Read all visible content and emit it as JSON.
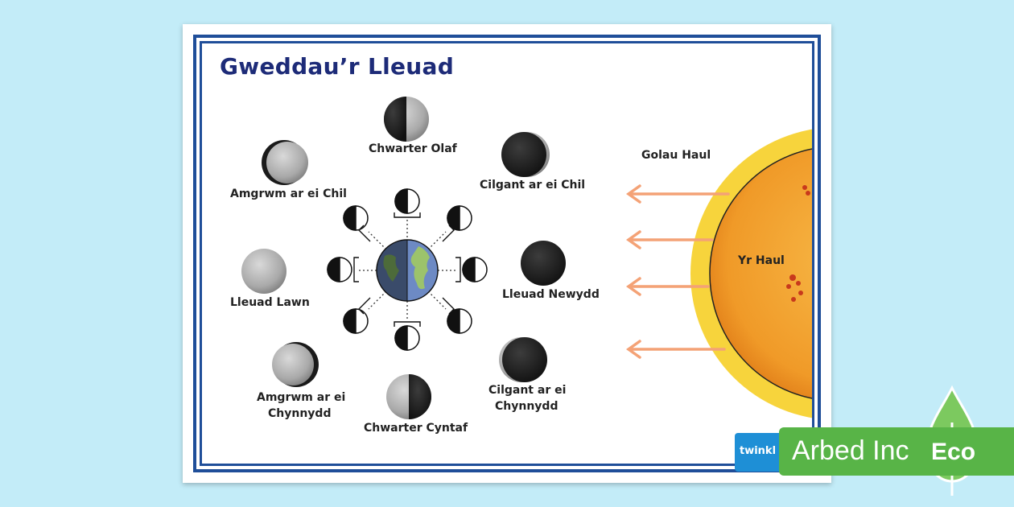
{
  "title": "Gweddau’r Lleuad",
  "phases": {
    "chwarter_olaf": "Chwarter Olaf",
    "cilgant_chil": "Cilgant ar ei Chil",
    "amgrwm_chil": "Amgrwm ar ei Chil",
    "lleuad_lawn": "Lleuad Lawn",
    "lleuad_newydd": "Lleuad Newydd",
    "amgrwm_chynnydd_1": "Amgrwm ar ei",
    "amgrwm_chynnydd_2": "Chynnydd",
    "cilgant_chynnydd_1": "Cilgant ar ei",
    "cilgant_chynnydd_2": "Chynnydd",
    "chwarter_cyntaf": "Chwarter Cyntaf"
  },
  "sun": {
    "label": "Yr Haul",
    "light_label": "Golau Haul"
  },
  "branding": {
    "twinkl": "twinkl",
    "arbed": "Arbed Inc",
    "eco": "Eco"
  },
  "colors": {
    "frame": "#1f4e99",
    "title": "#1d2b78",
    "arrow": "#f4a276",
    "sun": "#f3a531",
    "eco": "#58b447"
  }
}
